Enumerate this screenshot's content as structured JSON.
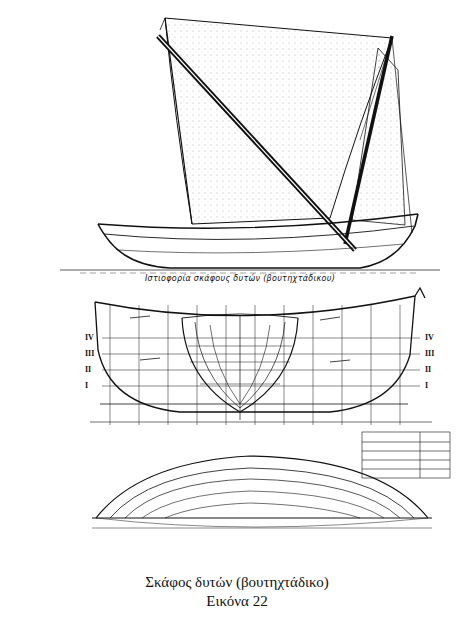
{
  "diagram": {
    "caption": "Σκάφος δυτών (βουτηχτάδικο)",
    "labels": [
      "Ιστιοφορία σκάφους δυτών (βουτηχτάδικου)",
      "IV",
      "III",
      "II",
      "I",
      "IV",
      "III",
      "II",
      "I",
      "Εικόνα 22"
    ]
  }
}
